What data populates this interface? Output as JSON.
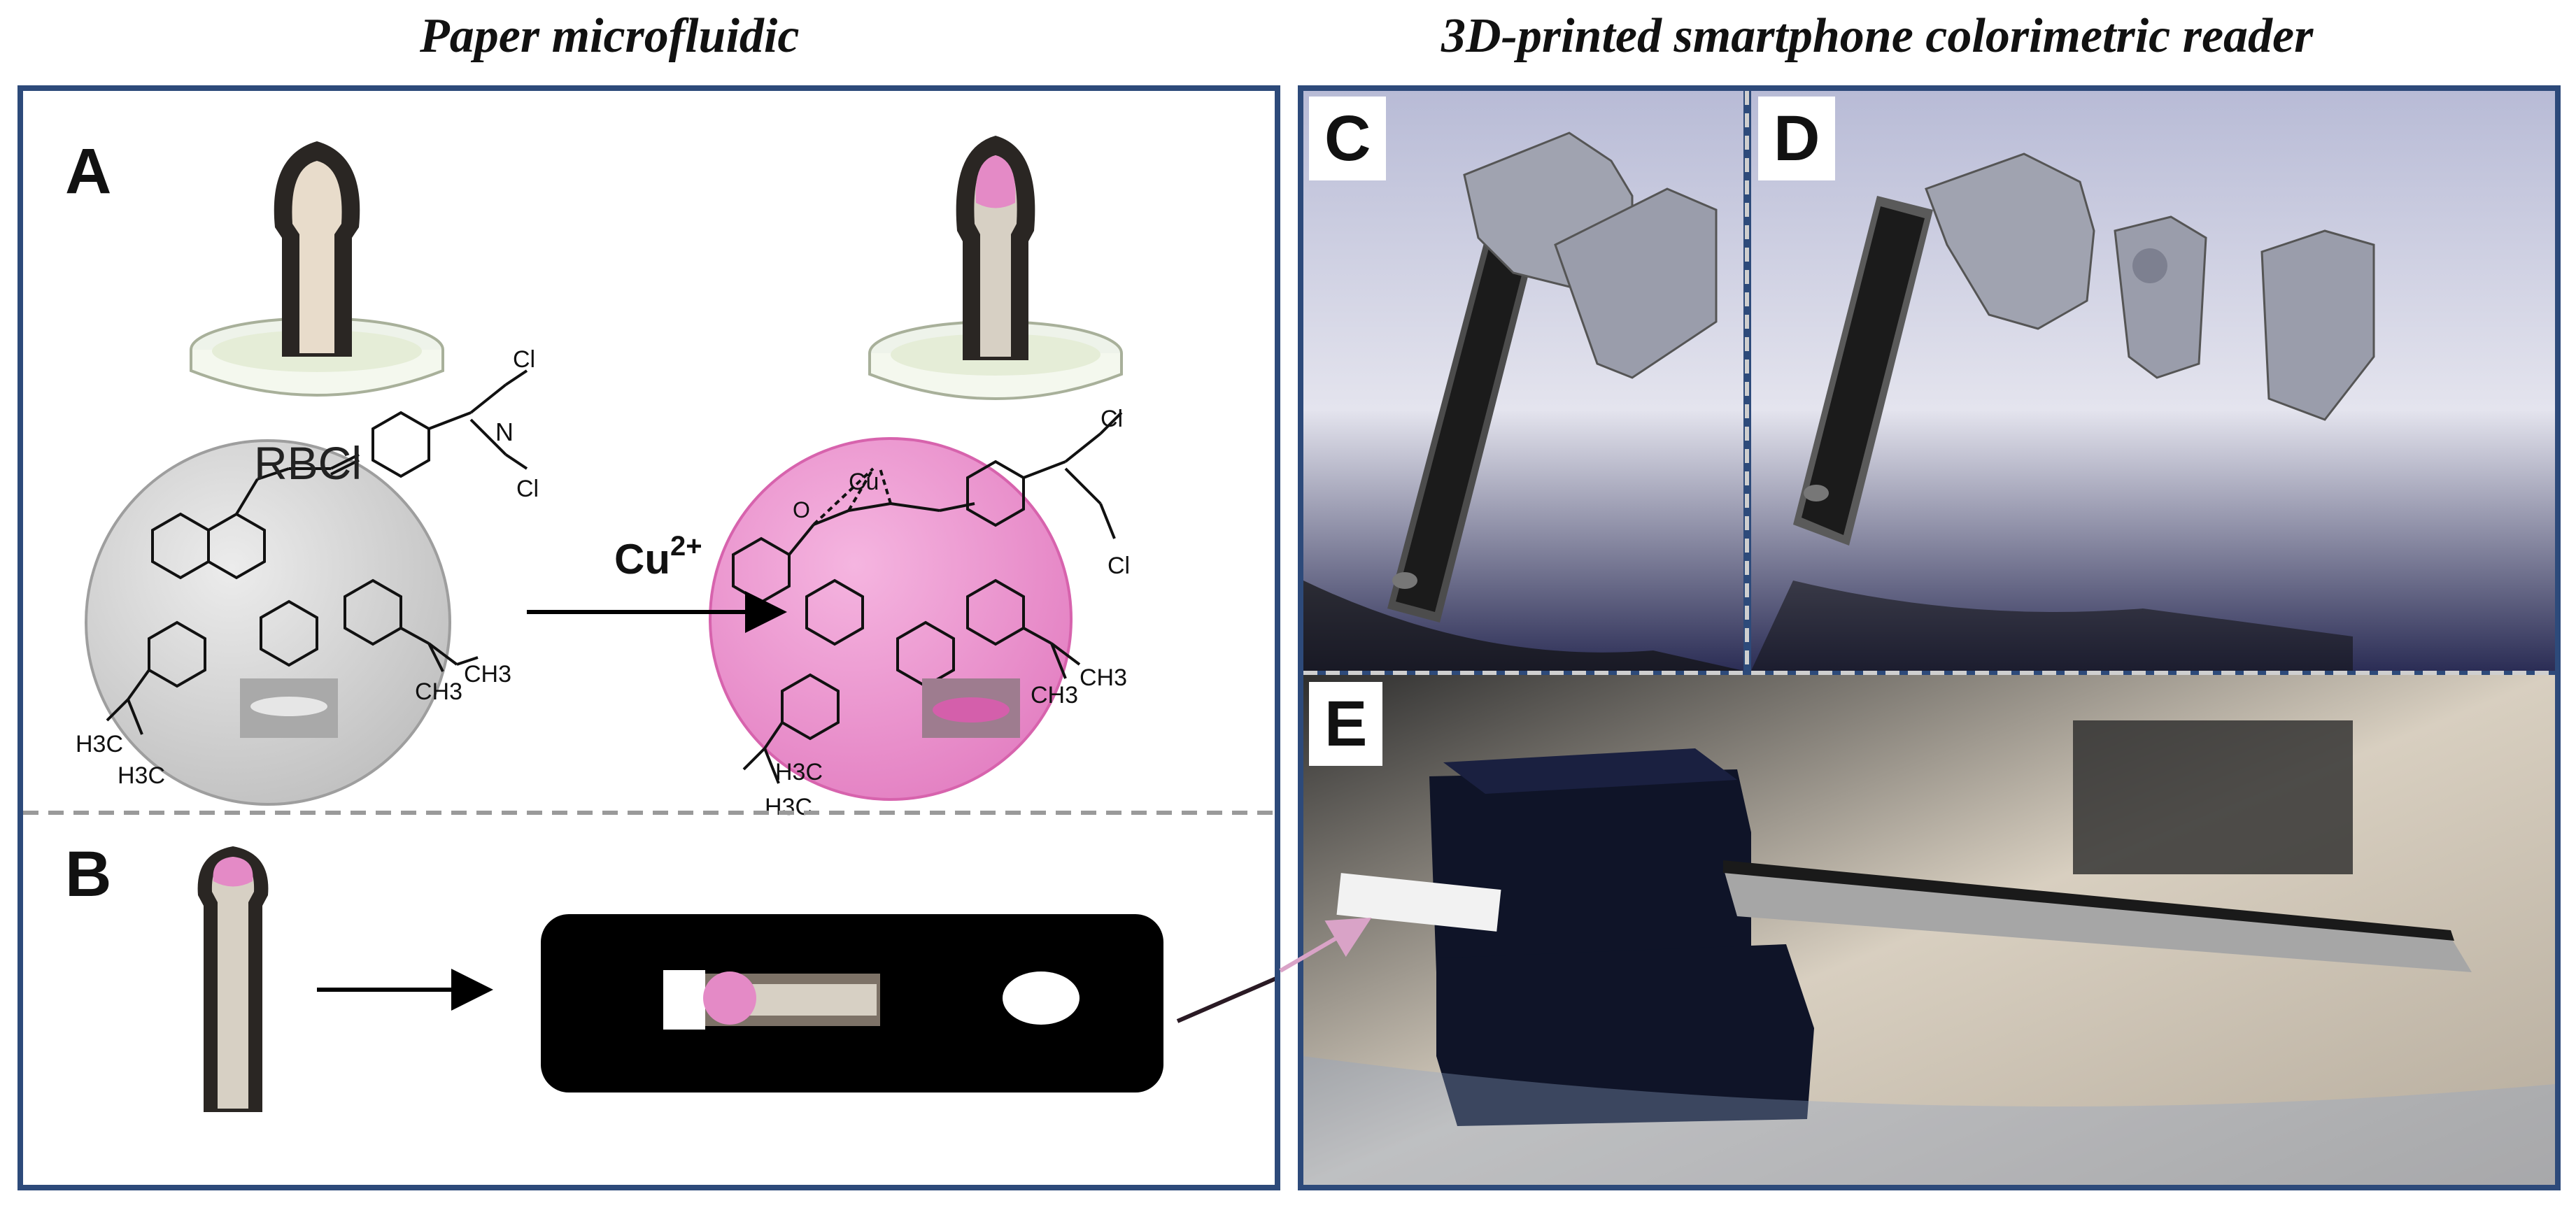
{
  "titles": {
    "left": "Paper microfluidic",
    "right": "3D-printed smartphone colorimetric reader"
  },
  "panels": {
    "a": "A",
    "b": "B",
    "c": "C",
    "d": "D",
    "e": "E"
  },
  "chem": {
    "compound": "RBCl",
    "reagent_base": "Cu",
    "reagent_charge": "2+",
    "cl": "Cl",
    "n": "N",
    "o": "O",
    "cu": "Cu",
    "ch3": "CH3",
    "h3c": "H3C"
  },
  "colors": {
    "frame": "#2d4a7a",
    "pink": "#e48ac6",
    "strip_dark": "#2a2623",
    "strip_light": "#d7d0c4",
    "grey_circle": "#d9d9d9"
  }
}
